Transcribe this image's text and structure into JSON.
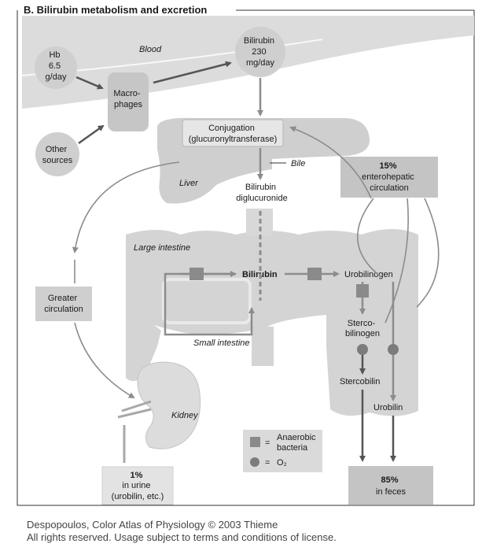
{
  "title": "B. Bilirubin metabolism and excretion",
  "labels": {
    "blood": "Blood",
    "hb": [
      "Hb",
      "6.5",
      "g/day"
    ],
    "macrophages": [
      "Macro-",
      "phages"
    ],
    "other_sources": [
      "Other",
      "sources"
    ],
    "bilirubin_blood": [
      "Bilirubin",
      "230",
      "mg/day"
    ],
    "conjugation": [
      "Conjugation",
      "(glucuronyltransferase)"
    ],
    "bile": "Bile",
    "liver": "Liver",
    "bilirubin_diglucuronide": [
      "Bilirubin",
      "diglucuronide"
    ],
    "enterohepatic": [
      "15%",
      "enterohepatic",
      "circulation"
    ],
    "large_intestine": "Large intestine",
    "bilirubin_gut": "Bilirubin",
    "urobilinogen": "Urobilinogen",
    "stercobilinogen": [
      "Sterco-",
      "bilinogen"
    ],
    "stercobilin": "Stercobilin",
    "urobilin": "Urobilin",
    "small_intestine": "Small intestine",
    "greater_circulation": [
      "Greater",
      "circulation"
    ],
    "kidney": "Kidney",
    "urine": [
      "1%",
      "in urine",
      "(urobilin, etc.)"
    ],
    "feces": [
      "85%",
      "in feces"
    ]
  },
  "legend": {
    "anaerobic_bacteria": [
      "Anaerobic",
      "bacteria"
    ],
    "eq": "=",
    "oxygen": "O₂"
  },
  "credit": {
    "line1": "Despopoulos, Color Atlas of Physiology © 2003 Thieme",
    "line2": "All rights reserved. Usage subject to terms and conditions of license."
  },
  "colors": {
    "organ_fill": "#d2d2d2",
    "node_fill": "#cfcfcf",
    "box_fill": "#c4c4c4",
    "arrow_dark": "#555555",
    "arrow_light": "#8c8c8c",
    "marker": "#8a8a8a"
  }
}
